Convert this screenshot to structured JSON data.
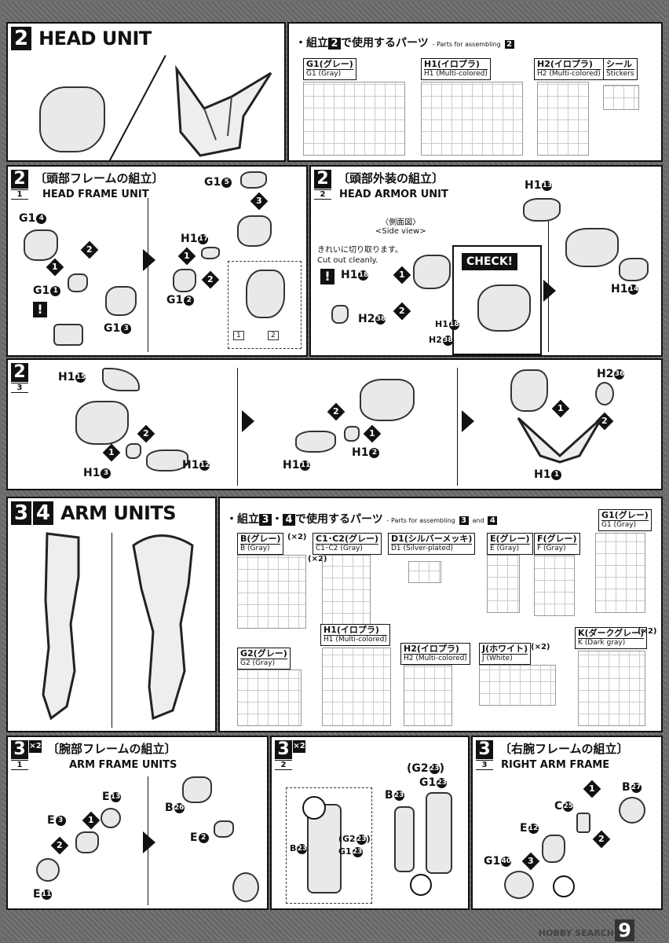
{
  "section2": {
    "step": "2",
    "title": "HEAD UNIT",
    "parts_header_jp_pre": "・組立",
    "parts_header_jp_post": "で使用するパーツ",
    "parts_header_en": "- Parts for assembling",
    "parts_header_step": "2",
    "runners": [
      {
        "jp": "G1(グレー)",
        "en": "G1 (Gray)"
      },
      {
        "jp": "H1(イロプラ)",
        "en": "H1 (Multi-colored)"
      },
      {
        "jp": "H2(イロプラ)",
        "en": "H2 (Multi-colored)"
      },
      {
        "jp": "シール",
        "en": "Stickers"
      }
    ]
  },
  "step2_1": {
    "step": "2",
    "idx": "1",
    "jp": "〔頭部フレームの組立〕",
    "en": "HEAD FRAME UNIT",
    "labels": {
      "g1_4": "G1",
      "g1_4c": "4",
      "g1_1": "G1",
      "g1_1c": "1",
      "g1_3": "G1",
      "g1_3c": "3",
      "g1_5": "G1",
      "g1_5c": "5",
      "h1_17": "H1",
      "h1_17c": "17",
      "g1_2": "G1",
      "g1_2c": "2"
    },
    "inset_marks": [
      "1",
      "2"
    ]
  },
  "step2_2": {
    "step": "2",
    "idx": "2",
    "jp": "〔頭部外装の組立〕",
    "en": "HEAD ARMOR UNIT",
    "side_jp": "〈側面図〉",
    "side_en": "<Side view>",
    "cut_jp": "きれいに切り取ります。",
    "cut_en": "Cut out cleanly.",
    "check": "CHECK!",
    "labels": {
      "h1_18": "H1",
      "h1_18c": "18",
      "h2_38": "H2",
      "h2_38c": "38",
      "h1_13": "H1",
      "h1_13c": "13",
      "h1_14": "H1",
      "h1_14c": "14"
    }
  },
  "step2_3": {
    "step": "2",
    "idx": "3",
    "labels": {
      "h1_15": "H1",
      "h1_15c": "15",
      "h1_3": "H1",
      "h1_3c": "3",
      "h1_12": "H1",
      "h1_12c": "12",
      "h1_11": "H1",
      "h1_11c": "11",
      "h1_2": "H1",
      "h1_2c": "2",
      "h2_36": "H2",
      "h2_36c": "36",
      "h1_1": "H1",
      "h1_1c": "1"
    }
  },
  "section34": {
    "step_a": "3",
    "step_b": "4",
    "title": "ARM UNITS",
    "parts_header_jp_pre": "・組立",
    "parts_header_jp_mid": "・",
    "parts_header_jp_post": "で使用するパーツ",
    "parts_header_en": "- Parts for assembling",
    "parts_header_and": "and",
    "runners": [
      {
        "jp": "B(グレー)",
        "en": "B (Gray)",
        "mult": "(×2)"
      },
      {
        "jp": "C1･C2(グレー)",
        "en": "C1･C2 (Gray)",
        "mult": "(×2)"
      },
      {
        "jp": "D1(シルバーメッキ)",
        "en": "D1 (Silver-plated)",
        "mult": ""
      },
      {
        "jp": "E(グレー)",
        "en": "E (Gray)",
        "mult": ""
      },
      {
        "jp": "F(グレー)",
        "en": "F (Gray)",
        "mult": ""
      },
      {
        "jp": "G1(グレー)",
        "en": "G1 (Gray)",
        "mult": ""
      },
      {
        "jp": "G2(グレー)",
        "en": "G2 (Gray)",
        "mult": ""
      },
      {
        "jp": "H1(イロプラ)",
        "en": "H1 (Multi-colored)",
        "mult": ""
      },
      {
        "jp": "H2(イロプラ)",
        "en": "H2 (Multi-colored)",
        "mult": ""
      },
      {
        "jp": "J(ホワイト)",
        "en": "J (White)",
        "mult": "(×2)"
      },
      {
        "jp": "K(ダークグレー)",
        "en": "K (Dark gray)",
        "mult": "(×2)"
      }
    ]
  },
  "step3_1": {
    "step": "3",
    "idx": "1",
    "mult": "×2",
    "jp": "〔腕部フレームの組立〕",
    "en": "ARM FRAME UNITS",
    "labels": {
      "e13": "E",
      "e13c": "13",
      "e3": "E",
      "e3c": "3",
      "e11": "E",
      "e11c": "11",
      "b26": "B",
      "b26c": "26",
      "e2": "E",
      "e2c": "2"
    }
  },
  "step3_2": {
    "step": "3",
    "idx": "2",
    "mult": "×2",
    "labels": {
      "g2_23": "(G2",
      "g2_23c": "23",
      "g2_23e": ")",
      "g1_23": "G1",
      "g1_23c": "23",
      "b23": "B",
      "b23c": "23",
      "ib23": "B",
      "ib23c": "23",
      "ig2_23": "(G2",
      "ig2_23c": "23",
      "ig2_23e": ")",
      "ig1_23": "G1",
      "ig1_23c": "23"
    }
  },
  "step3_3": {
    "step": "3",
    "idx": "3",
    "jp": "〔右腕フレームの組立〕",
    "en": "RIGHT ARM FRAME",
    "labels": {
      "b27": "B",
      "b27c": "27",
      "c25": "C",
      "c25c": "25",
      "e12": "E",
      "e12c": "12",
      "g1_40": "G1",
      "g1_40c": "40"
    }
  },
  "seq": [
    "1",
    "2",
    "3"
  ],
  "footer": {
    "watermark": "HOBBY SEARCH",
    "page": "9"
  }
}
